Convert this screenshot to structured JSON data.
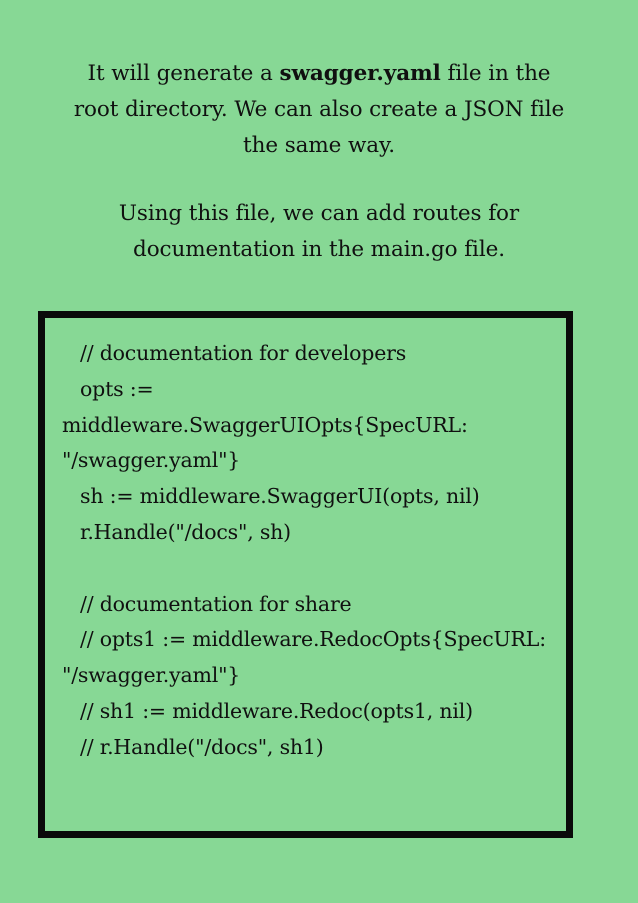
{
  "background_color": "#87d895",
  "text_color": "#101010",
  "border_color": "#0a0a0a",
  "prose": {
    "paragraph_1": {
      "before_bold": "It will generate a ",
      "bold": "swagger.yaml",
      "after_bold": " file in the root directory. We can also create a JSON file the same way."
    },
    "paragraph_2": {
      "text": "Using this file, we can add routes for documentation in the main.go file."
    }
  },
  "code_block": {
    "language": "go",
    "lines": [
      {
        "indent": true,
        "text": "// documentation for developers"
      },
      {
        "indent": true,
        "text": "opts := middleware.SwaggerUIOpts{SpecURL: \"/swagger.yaml\"}"
      },
      {
        "indent": true,
        "text": "sh := middleware.SwaggerUI(opts, nil)"
      },
      {
        "indent": true,
        "text": "r.Handle(\"/docs\", sh)"
      },
      {
        "indent": false,
        "text": ""
      },
      {
        "indent": true,
        "text": "// documentation for share"
      },
      {
        "indent": true,
        "text": "// opts1 := middleware.RedocOpts{SpecURL: \"/swagger.yaml\"}"
      },
      {
        "indent": true,
        "text": "// sh1 := middleware.Redoc(opts1, nil)"
      },
      {
        "indent": true,
        "text": "// r.Handle(\"/docs\", sh1)"
      }
    ]
  }
}
